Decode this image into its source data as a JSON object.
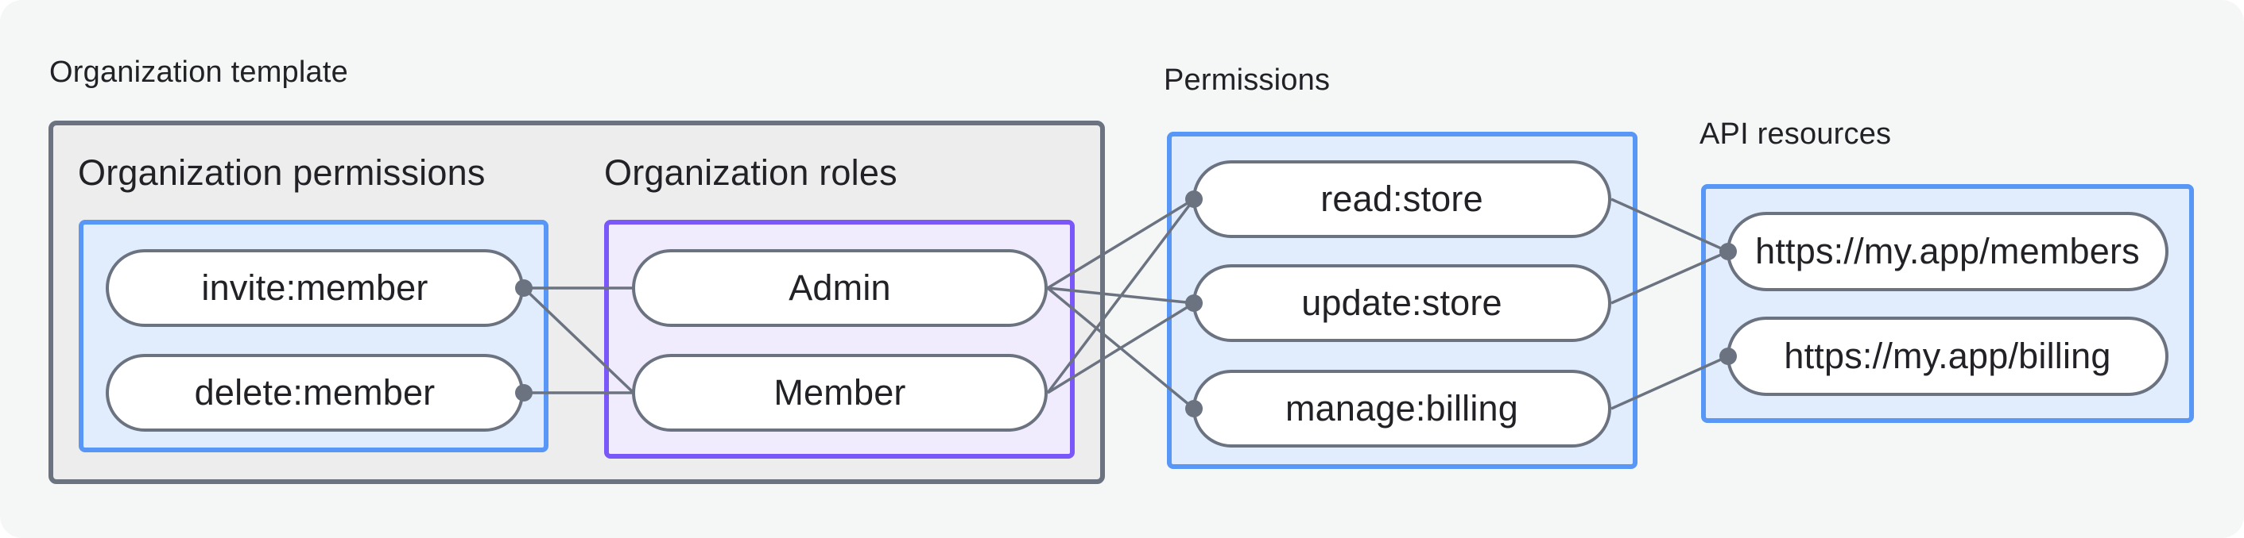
{
  "titles": {
    "organization_template": "Organization template",
    "permissions": "Permissions",
    "api_resources": "API resources"
  },
  "labels": {
    "organization_permissions": "Organization permissions",
    "organization_roles": "Organization roles"
  },
  "nodes": {
    "invite_member": {
      "label": "invite:member",
      "group": "organization_permissions"
    },
    "delete_member": {
      "label": "delete:member",
      "group": "organization_permissions"
    },
    "admin": {
      "label": "Admin",
      "group": "organization_roles"
    },
    "member": {
      "label": "Member",
      "group": "organization_roles"
    },
    "read_store": {
      "label": "read:store",
      "group": "permissions"
    },
    "update_store": {
      "label": "update:store",
      "group": "permissions"
    },
    "manage_billing": {
      "label": "manage:billing",
      "group": "permissions"
    },
    "members_resource": {
      "label": "https://my.app/members",
      "group": "api_resources"
    },
    "billing_resource": {
      "label": "https://my.app/billing",
      "group": "api_resources"
    }
  },
  "edges": [
    {
      "from": "invite_member",
      "to": "admin",
      "dot_at": "from"
    },
    {
      "from": "invite_member",
      "to": "member",
      "dot_at": "from"
    },
    {
      "from": "delete_member",
      "to": "member",
      "dot_at": "from"
    },
    {
      "from": "admin",
      "to": "read_store",
      "dot_at": "to"
    },
    {
      "from": "admin",
      "to": "update_store",
      "dot_at": "to"
    },
    {
      "from": "admin",
      "to": "manage_billing",
      "dot_at": "to"
    },
    {
      "from": "member",
      "to": "read_store",
      "dot_at": "to"
    },
    {
      "from": "member",
      "to": "update_store",
      "dot_at": "to"
    },
    {
      "from": "read_store",
      "to": "members_resource",
      "dot_at": "to"
    },
    {
      "from": "update_store",
      "to": "members_resource",
      "dot_at": "to"
    },
    {
      "from": "manage_billing",
      "to": "billing_resource",
      "dot_at": "to"
    }
  ],
  "colors": {
    "background": "#f5f7f7",
    "container_fill": "#ededee",
    "container_border": "#6b7280",
    "blue_fill": "#e1edfd",
    "blue_border": "#5897f5",
    "purple_fill": "#f1ecfd",
    "purple_border": "#7a57f9",
    "pill_fill": "#ffffff",
    "pill_border": "#6b7280",
    "connector": "#6b7280",
    "text": "#212126"
  }
}
